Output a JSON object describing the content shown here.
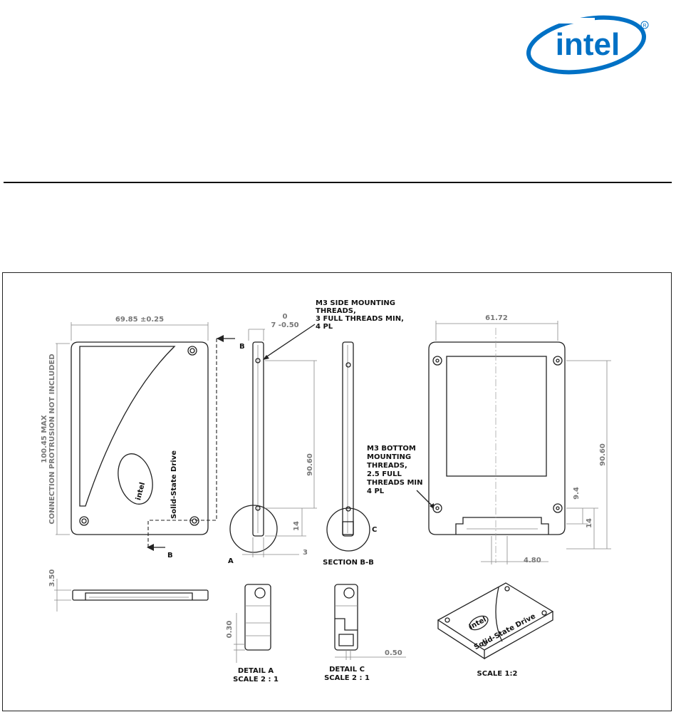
{
  "logo": {
    "text": "intel",
    "color": "#0071c5"
  },
  "callouts": {
    "side_threads": [
      "M3 SIDE MOUNTING",
      "THREADS,",
      "3 FULL THREADS MIN,",
      "4 PL"
    ],
    "bottom_threads": [
      "M3 BOTTOM",
      "MOUNTING",
      "THREADS,",
      "2.5 FULL",
      "THREADS MIN",
      "4 PL"
    ]
  },
  "dimensions": {
    "width": "69.85 ±0.25",
    "length_lines": [
      "100.45 MAX",
      "CONNECTION PROTRUSION NOT INCLUDED"
    ],
    "side_top_upper": "0",
    "side_top_lower": "7 -0.50",
    "side_length": "90.60",
    "side_hole_offset": "14",
    "side_hole_depth": "3",
    "bottom_width": "61.72",
    "bottom_length": "90.60",
    "bottom_hole_a": "9.4",
    "bottom_hole_b": "14",
    "connector_offset": "4.80",
    "thickness": "3.50",
    "detail_a_dim": "0.30",
    "detail_c_dim": "0.50"
  },
  "labels": {
    "section_b_top": "B",
    "section_b_bottom": "B",
    "detail_a_marker": "A",
    "detail_c_marker": "C",
    "section_title": "SECTION B-B",
    "detail_a": [
      "DETAIL A",
      "SCALE 2 : 1"
    ],
    "detail_c": [
      "DETAIL C",
      "SCALE 2 : 1"
    ],
    "iso_scale": "SCALE 1:2"
  },
  "product": {
    "brand": "intel",
    "name": "Solid-State Drive"
  }
}
